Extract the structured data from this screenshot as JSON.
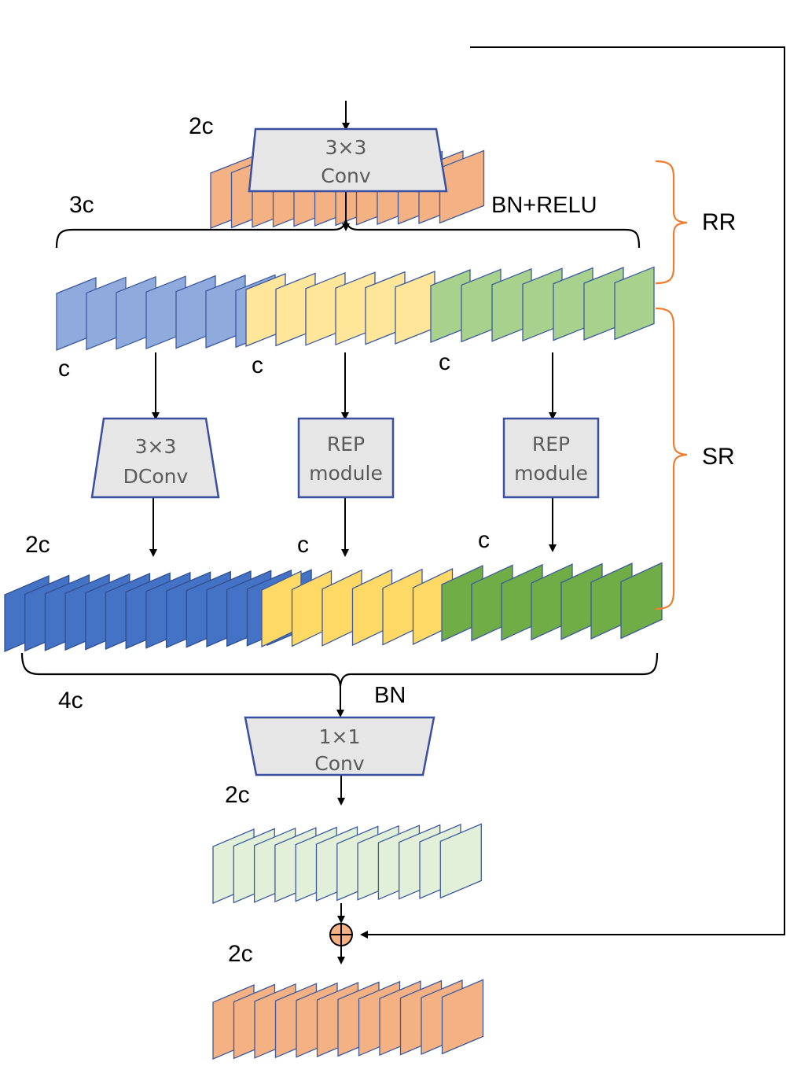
{
  "colors": {
    "input": "#f4b183",
    "output": "#f4b183",
    "mid_blue": "#8faadc",
    "mid_yellow": "#ffe699",
    "mid_green": "#a9d18e",
    "bot_blue": "#4472c4",
    "bot_yellow": "#ffd966",
    "bot_green": "#70ad47",
    "conv1x1_out": "#e2f0d9",
    "accent_orange": "#ed7d31",
    "box_fill": "#e7e6e6",
    "box_stroke": "#3b4fa0"
  },
  "labels": {
    "top_2c": "2c",
    "conv1_line1": "3×3",
    "conv1_line2": "Conv",
    "c3": "3c",
    "bn_relu": "BN+RELU",
    "rr": "RR",
    "sr": "SR",
    "c_left": "c",
    "c_mid": "c",
    "c_right": "c",
    "dconv_line1": "3×3",
    "dconv_line2": "DConv",
    "rep1_line1": "REP",
    "rep1_line2": "module",
    "rep2_line1": "REP",
    "rep2_line2": "module",
    "bot_2c": "2c",
    "bot_c_mid": "c",
    "bot_c_right": "c",
    "c4": "4c",
    "bn": "BN",
    "conv2_line1": "1×1",
    "conv2_line2": "Conv",
    "green_2c": "2c",
    "out_2c": "2c"
  },
  "icons": {
    "add": "circled-plus-icon"
  }
}
